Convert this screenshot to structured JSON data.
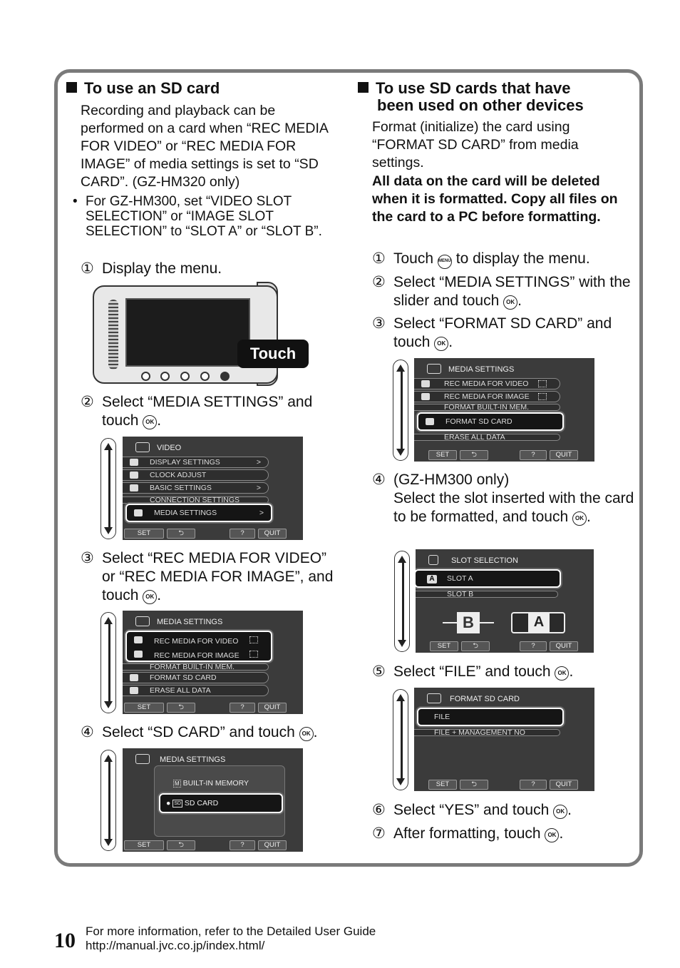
{
  "left": {
    "heading": "To use an SD card",
    "intro": "Recording and playback can be performed on a card when “REC MEDIA FOR VIDEO” or “REC MEDIA FOR IMAGE” of media settings is set to “SD CARD”. (GZ-HM320 only)",
    "bullet": "For GZ-HM300, set “VIDEO SLOT SELECTION” or “IMAGE SLOT SELECTION” to “SLOT A” or “SLOT B”.",
    "step1": {
      "num": "①",
      "text": "Display the menu."
    },
    "touch_label": "Touch",
    "step2": {
      "num": "②",
      "text": "Select “MEDIA SETTINGS” and touch",
      "end": "."
    },
    "step3": {
      "num": "③",
      "text": "Select “REC MEDIA FOR VIDEO” or “REC MEDIA FOR IMAGE”, and touch",
      "end": "."
    },
    "step4": {
      "num": "④",
      "text": "Select “SD CARD” and touch",
      "end": "."
    }
  },
  "right": {
    "heading_line1": "To use SD cards that have",
    "heading_line2": "been used on other devices",
    "intro": "Format (initialize) the card using “FORMAT SD CARD” from media settings.",
    "warning": "All data on the card will be deleted when it is formatted. Copy all files on the card to a PC before formatting.",
    "step1": {
      "num": "①",
      "pre": "Touch",
      "post": "to display the menu."
    },
    "step2": {
      "num": "②",
      "text": "Select “MEDIA SETTINGS” with the slider and touch",
      "end": "."
    },
    "step3": {
      "num": "③",
      "text": "Select “FORMAT SD CARD” and touch",
      "end": "."
    },
    "step4": {
      "num": "④",
      "line1": "(GZ-HM300 only)",
      "text": "Select the slot inserted with the card to be formatted, and touch",
      "end": "."
    },
    "step5": {
      "num": "⑤",
      "text": "Select “FILE” and touch",
      "end": "."
    },
    "step6": {
      "num": "⑥",
      "text": "Select “YES” and touch",
      "end": "."
    },
    "step7": {
      "num": "⑦",
      "text": "After formatting, touch",
      "end": "."
    }
  },
  "ok_icon": "OK",
  "menu_icon": "MENU",
  "screens": {
    "video_menu": {
      "title": "VIDEO",
      "rows": [
        "DISPLAY SETTINGS",
        "CLOCK ADJUST",
        "BASIC SETTINGS",
        "CONNECTION SETTINGS"
      ],
      "selected": "MEDIA SETTINGS"
    },
    "media_settings_a": {
      "title": "MEDIA SETTINGS",
      "selected1": "REC MEDIA FOR VIDEO",
      "selected2": "REC MEDIA FOR IMAGE",
      "rows": [
        "FORMAT BUILT-IN MEM.",
        "FORMAT SD CARD",
        "ERASE ALL DATA"
      ]
    },
    "media_select": {
      "title": "MEDIA SETTINGS",
      "option1": "BUILT-IN MEMORY",
      "selected": "SD  CARD",
      "sd_badge": "SD",
      "mem_badge": "M"
    },
    "media_settings_b": {
      "title": "MEDIA SETTINGS",
      "rows_top": [
        "REC MEDIA FOR VIDEO",
        "REC MEDIA FOR IMAGE",
        "FORMAT BUILT-IN MEM."
      ],
      "selected": "FORMAT SD CARD",
      "rows_bottom": [
        "ERASE ALL DATA"
      ]
    },
    "slot_selection": {
      "title": "SLOT SELECTION",
      "selected": "SLOT A",
      "row": "SLOT B",
      "slot_a_letter": "A",
      "slot_b_letter": "B"
    },
    "format_sd": {
      "title": "FORMAT SD CARD",
      "selected": "FILE",
      "row": "FILE + MANAGEMENT NO"
    },
    "bar": {
      "set": "SET",
      "back": "⮌",
      "help": "?",
      "quit": "QUIT"
    }
  },
  "footer": {
    "page_number": "10",
    "line1": "For more information, refer to the Detailed User Guide",
    "line2": "http://manual.jvc.co.jp/index.html/"
  }
}
